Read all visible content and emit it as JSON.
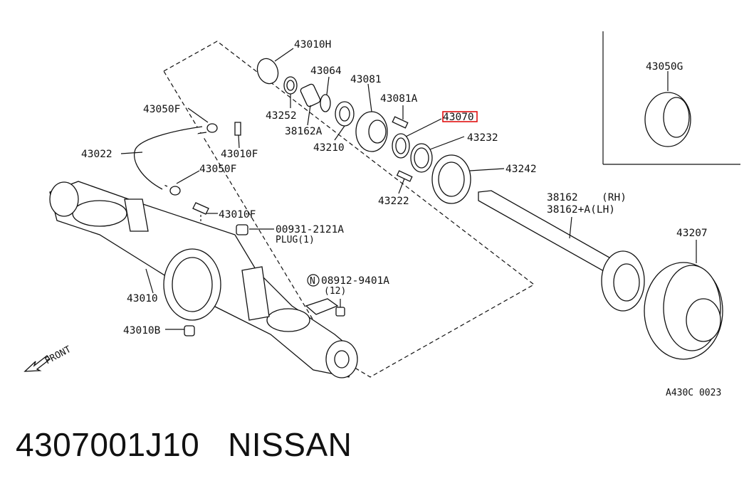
{
  "callouts": {
    "p43010H": "43010H",
    "p43064": "43064",
    "p43081": "43081",
    "p43081A": "43081A",
    "p43252": "43252",
    "p38162A": "38162A",
    "p43070": "43070",
    "p43210": "43210",
    "p43232": "43232",
    "p43242": "43242",
    "p43222": "43222",
    "p43050F_a": "43050F",
    "p43050F_b": "43050F",
    "p43010F_a": "43010F",
    "p43010F_b": "43010F",
    "p43022": "43022",
    "p00931": "00931-2121A",
    "plug": "PLUG(1)",
    "p08912": "08912-9401A",
    "p08912_prefix": "N",
    "qty12": "(12)",
    "p43010": "43010",
    "p43010B": "43010B",
    "p38162": "38162",
    "rh": "(RH)",
    "p38162A_LH": "38162+A(LH)",
    "lh": "",
    "p43207": "43207",
    "p43050G": "43050G",
    "front": "FRONT",
    "figcode": "A430C 0023"
  },
  "highlight_color": "#e01010",
  "caption": "4307001J10   NISSAN"
}
